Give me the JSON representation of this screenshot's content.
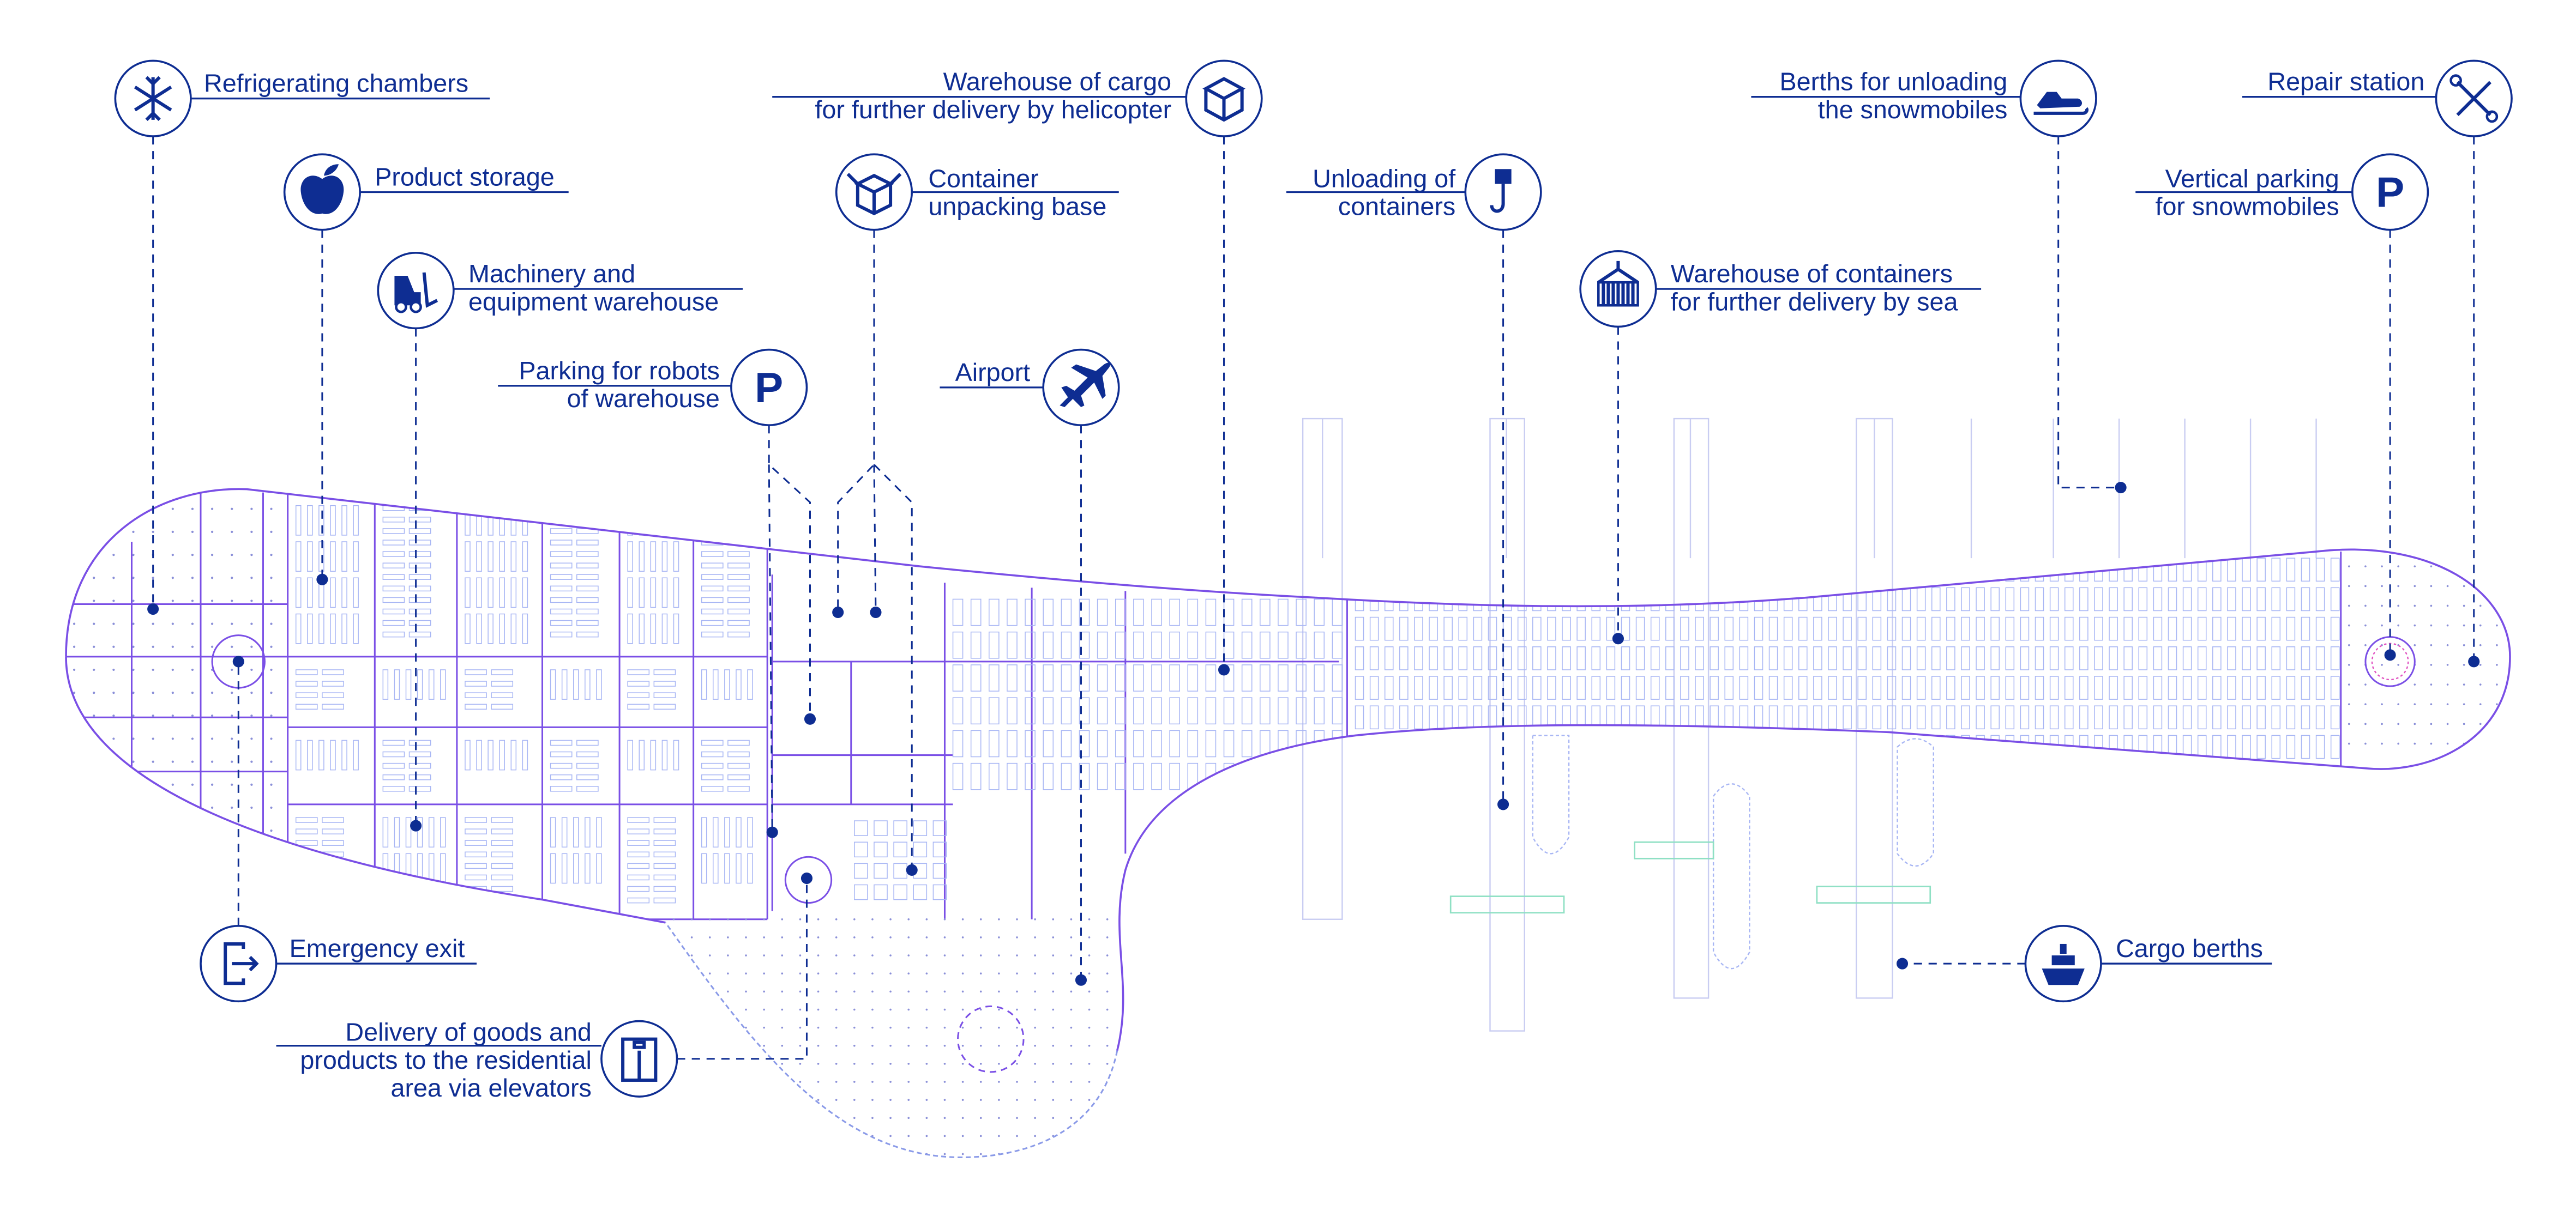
{
  "colors": {
    "label": "#0e2d92",
    "outline": "#7a4fe6",
    "racks": "#a8b6f4",
    "green_markers": "#8fe0c4"
  },
  "parking_glyph": "P",
  "annotations": [
    {
      "id": "refrigerating-chambers",
      "icon": "snowflake-icon",
      "lines": [
        "Refrigerating chambers"
      ]
    },
    {
      "id": "product-storage",
      "icon": "apple-icon",
      "lines": [
        "Product storage"
      ]
    },
    {
      "id": "machinery-warehouse",
      "icon": "forklift-icon",
      "lines": [
        "Machinery and",
        "equipment warehouse"
      ]
    },
    {
      "id": "robot-parking",
      "icon": "parking-icon",
      "lines": [
        "Parking for robots",
        "of warehouse"
      ]
    },
    {
      "id": "container-unpacking",
      "icon": "open-box-icon",
      "lines": [
        "Container",
        "unpacking base"
      ]
    },
    {
      "id": "helicopter-cargo-warehouse",
      "icon": "box-icon",
      "lines": [
        "Warehouse of cargo",
        "for further delivery by helicopter"
      ]
    },
    {
      "id": "airport",
      "icon": "airplane-icon",
      "lines": [
        "Airport"
      ]
    },
    {
      "id": "container-unloading",
      "icon": "crane-hook-icon",
      "lines": [
        "Unloading of",
        "containers"
      ]
    },
    {
      "id": "sea-container-warehouse",
      "icon": "container-icon",
      "lines": [
        "Warehouse of containers",
        "for further delivery by sea"
      ]
    },
    {
      "id": "snowmobile-berths",
      "icon": "snowmobile-icon",
      "lines": [
        "Berths for unloading",
        "the snowmobiles"
      ]
    },
    {
      "id": "repair-station",
      "icon": "tools-icon",
      "lines": [
        "Repair station"
      ]
    },
    {
      "id": "snowmobile-parking",
      "icon": "parking-icon",
      "lines": [
        "Vertical parking",
        "for snowmobiles"
      ]
    },
    {
      "id": "emergency-exit",
      "icon": "exit-icon",
      "lines": [
        "Emergency exit"
      ]
    },
    {
      "id": "elevator-delivery",
      "icon": "elevator-icon",
      "lines": [
        "Delivery of goods and",
        "products to the residential",
        "area via elevators"
      ]
    },
    {
      "id": "cargo-berths",
      "icon": "ship-icon",
      "lines": [
        "Cargo berths"
      ]
    }
  ]
}
